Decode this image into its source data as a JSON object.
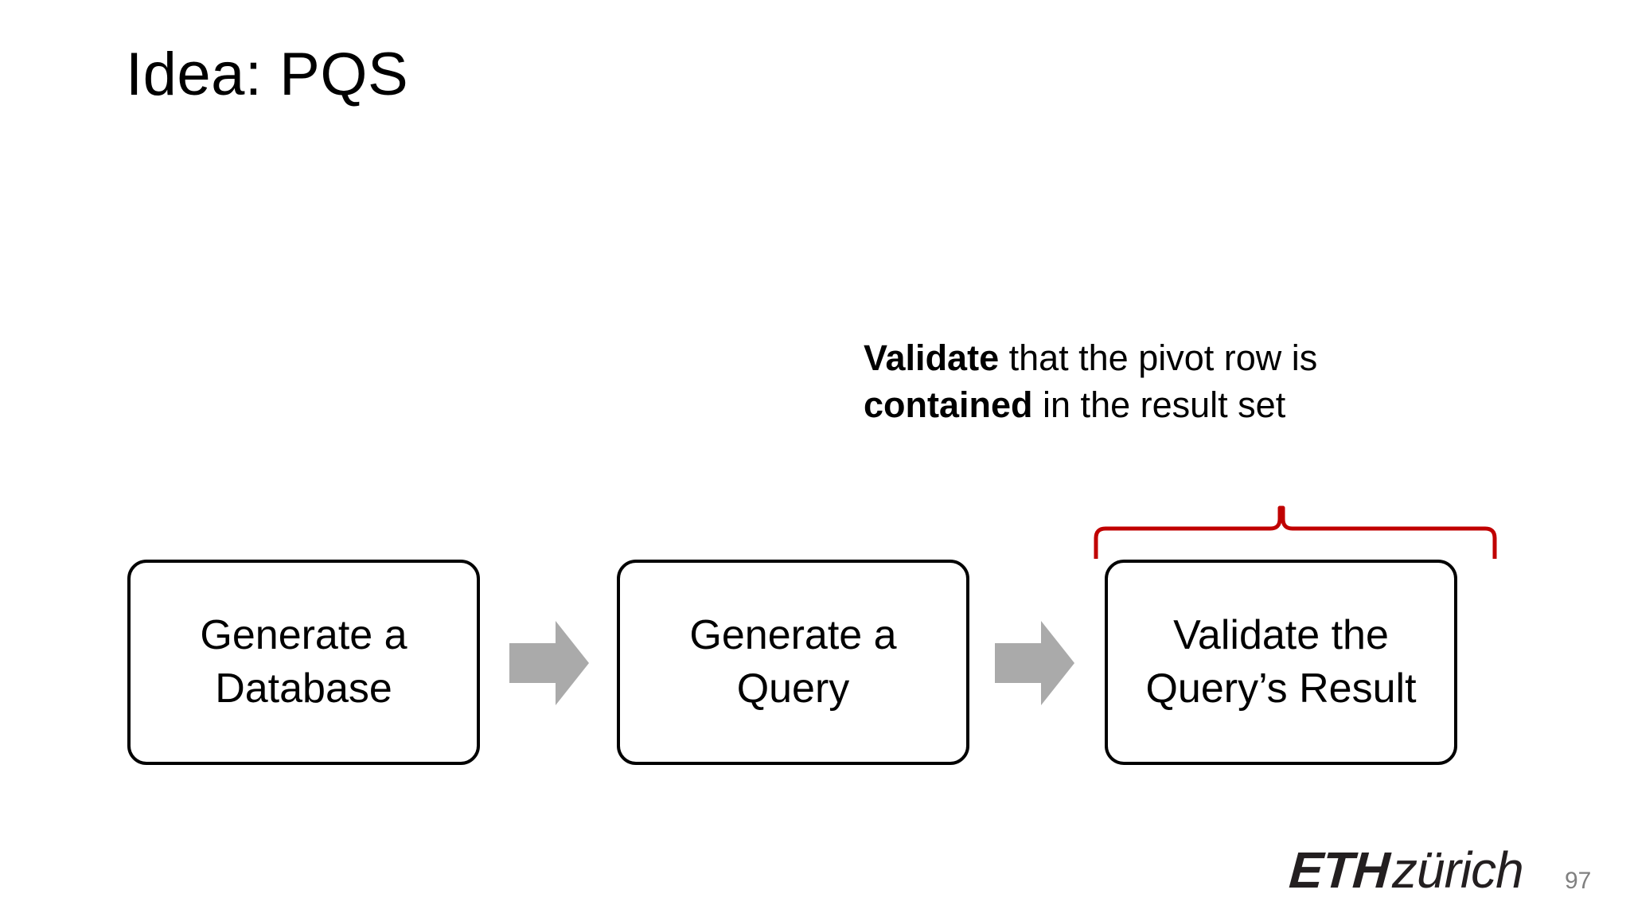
{
  "slide": {
    "title": "Idea: PQS",
    "background_color": "#FFFFFF"
  },
  "annotation": {
    "name": "validate-callout",
    "line1_bold": "Validate",
    "line1_rest": " that the pivot row is",
    "line2_bold": "contained",
    "line2_rest": " in the result set",
    "full_text": "Validate that the pivot row is contained in the result set",
    "color": "#000000"
  },
  "brace": {
    "name": "red-curly-brace",
    "orientation": "up",
    "color": "#C00000",
    "stroke_width": 5,
    "targets": "Validate the Query’s Result"
  },
  "flow": {
    "boxes": [
      {
        "id": "generate-database",
        "line1": "Generate a",
        "line2": "Database",
        "label": "Generate a Database",
        "border_color": "#000000",
        "fill_color": "#FFFFFF"
      },
      {
        "id": "generate-query",
        "line1": "Generate a",
        "line2": "Query",
        "label": "Generate a Query",
        "border_color": "#000000",
        "fill_color": "#FFFFFF"
      },
      {
        "id": "validate-result",
        "line1": "Validate the",
        "line2": "Query’s Result",
        "label": "Validate the Query’s Result",
        "border_color": "#000000",
        "fill_color": "#FFFFFF"
      }
    ],
    "arrows": [
      {
        "id": "arrow-1",
        "direction": "right",
        "color": "#AAAAAA"
      },
      {
        "id": "arrow-2",
        "direction": "right",
        "color": "#AAAAAA"
      }
    ]
  },
  "footer": {
    "logo_mark": "ETH",
    "logo_city": "zürich",
    "logo_color": "#231F20",
    "page_number": "97",
    "page_number_color": "#808080"
  }
}
